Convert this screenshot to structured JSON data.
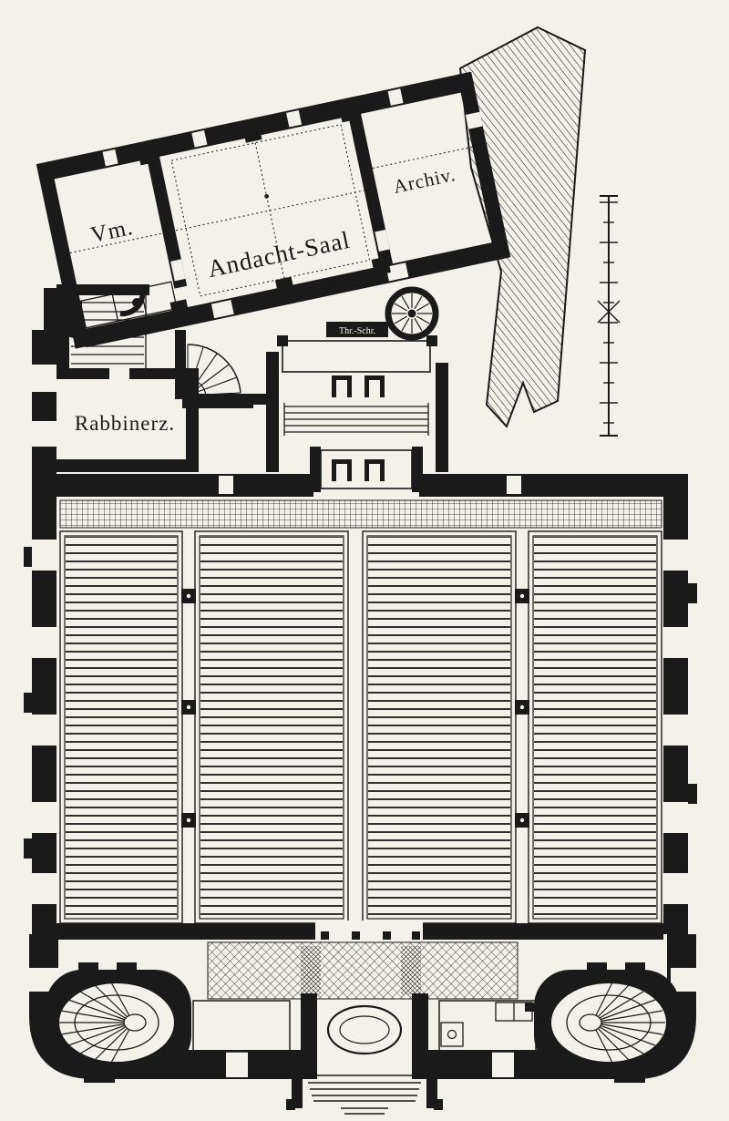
{
  "labels": {
    "vm": "Vm.",
    "andacht_saal": "Andacht-Saal",
    "archiv": "Archiv.",
    "rabbinerz": "Rabbinerz.",
    "thora_schrein": "Thr.-Schr."
  },
  "colors": {
    "paper": "#f3f1ea",
    "ink": "#1a1a1a"
  },
  "scale_bar": {
    "tick_count": 12
  }
}
